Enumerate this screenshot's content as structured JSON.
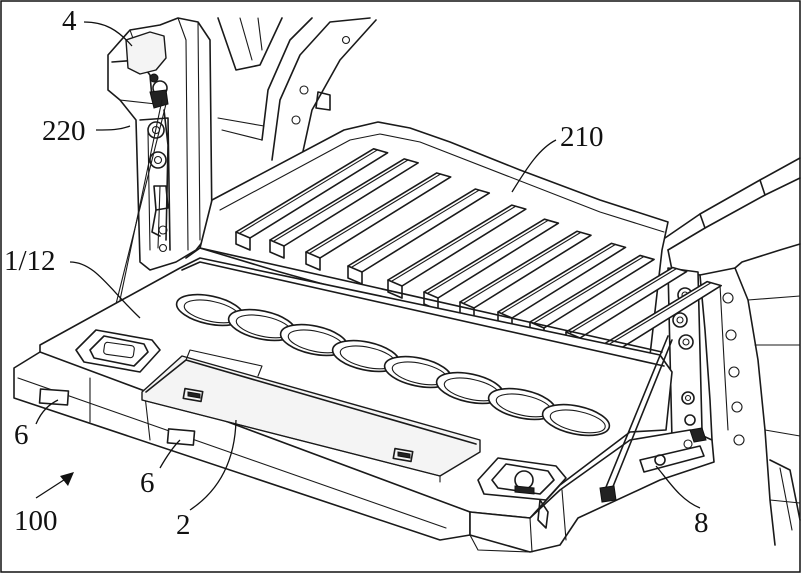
{
  "figure": {
    "labels": {
      "part_4": "4",
      "part_220": "220",
      "part_210": "210",
      "part_1_12": "1/12",
      "part_6_left": "6",
      "part_6_center": "6",
      "part_100": "100",
      "part_2": "2",
      "part_8": "8"
    },
    "colors": {
      "line": "#1a1a1a",
      "background": "#ffffff"
    }
  }
}
